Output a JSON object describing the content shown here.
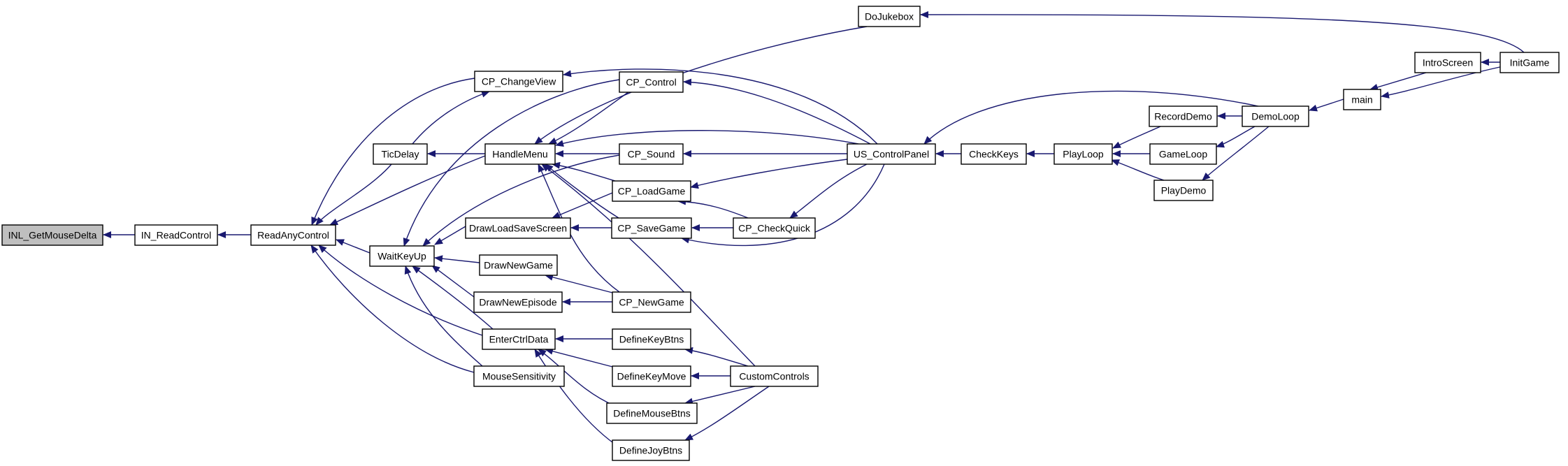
{
  "graph": {
    "title": "",
    "nodes": [
      {
        "id": "INL_GetMouseDelta",
        "label": "INL_GetMouseDelta",
        "current": true
      },
      {
        "id": "IN_ReadControl",
        "label": "IN_ReadControl"
      },
      {
        "id": "ReadAnyControl",
        "label": "ReadAnyControl"
      },
      {
        "id": "CP_ChangeView",
        "label": "CP_ChangeView"
      },
      {
        "id": "TicDelay",
        "label": "TicDelay"
      },
      {
        "id": "WaitKeyUp",
        "label": "WaitKeyUp"
      },
      {
        "id": "EnterCtrlData",
        "label": "EnterCtrlData"
      },
      {
        "id": "MouseSensitivity",
        "label": "MouseSensitivity"
      },
      {
        "id": "DoJukebox",
        "label": "DoJukebox"
      },
      {
        "id": "HandleMenu",
        "label": "HandleMenu"
      },
      {
        "id": "DrawLoadSaveScreen",
        "label": "DrawLoadSaveScreen"
      },
      {
        "id": "DrawNewGame",
        "label": "DrawNewGame"
      },
      {
        "id": "DrawNewEpisode",
        "label": "DrawNewEpisode"
      },
      {
        "id": "CP_Control",
        "label": "CP_Control"
      },
      {
        "id": "CP_Sound",
        "label": "CP_Sound"
      },
      {
        "id": "CP_LoadGame",
        "label": "CP_LoadGame"
      },
      {
        "id": "CP_SaveGame",
        "label": "CP_SaveGame"
      },
      {
        "id": "CP_NewGame",
        "label": "CP_NewGame"
      },
      {
        "id": "DefineKeyBtns",
        "label": "DefineKeyBtns"
      },
      {
        "id": "DefineKeyMove",
        "label": "DefineKeyMove"
      },
      {
        "id": "DefineMouseBtns",
        "label": "DefineMouseBtns"
      },
      {
        "id": "DefineJoyBtns",
        "label": "DefineJoyBtns"
      },
      {
        "id": "CP_CheckQuick",
        "label": "CP_CheckQuick"
      },
      {
        "id": "CustomControls",
        "label": "CustomControls"
      },
      {
        "id": "US_ControlPanel",
        "label": "US_ControlPanel"
      },
      {
        "id": "CheckKeys",
        "label": "CheckKeys"
      },
      {
        "id": "PlayLoop",
        "label": "PlayLoop"
      },
      {
        "id": "RecordDemo",
        "label": "RecordDemo"
      },
      {
        "id": "GameLoop",
        "label": "GameLoop"
      },
      {
        "id": "PlayDemo",
        "label": "PlayDemo"
      },
      {
        "id": "DemoLoop",
        "label": "DemoLoop"
      },
      {
        "id": "main",
        "label": "main"
      },
      {
        "id": "IntroScreen",
        "label": "IntroScreen"
      },
      {
        "id": "InitGame",
        "label": "InitGame"
      }
    ],
    "edges": [
      {
        "from": "IN_ReadControl",
        "to": "INL_GetMouseDelta"
      },
      {
        "from": "ReadAnyControl",
        "to": "IN_ReadControl"
      },
      {
        "from": "CP_ChangeView",
        "to": "ReadAnyControl"
      },
      {
        "from": "TicDelay",
        "to": "ReadAnyControl"
      },
      {
        "from": "WaitKeyUp",
        "to": "ReadAnyControl"
      },
      {
        "from": "HandleMenu",
        "to": "ReadAnyControl"
      },
      {
        "from": "EnterCtrlData",
        "to": "ReadAnyControl"
      },
      {
        "from": "MouseSensitivity",
        "to": "ReadAnyControl"
      },
      {
        "from": "TicDelay",
        "to": "CP_ChangeView"
      },
      {
        "from": "US_ControlPanel",
        "to": "CP_ChangeView"
      },
      {
        "from": "HandleMenu",
        "to": "TicDelay"
      },
      {
        "from": "DrawLoadSaveScreen",
        "to": "WaitKeyUp"
      },
      {
        "from": "DrawNewGame",
        "to": "WaitKeyUp"
      },
      {
        "from": "DrawNewEpisode",
        "to": "WaitKeyUp"
      },
      {
        "from": "EnterCtrlData",
        "to": "WaitKeyUp"
      },
      {
        "from": "MouseSensitivity",
        "to": "WaitKeyUp"
      },
      {
        "from": "CP_Control",
        "to": "WaitKeyUp"
      },
      {
        "from": "CP_Sound",
        "to": "WaitKeyUp"
      },
      {
        "from": "DoJukebox",
        "to": "HandleMenu"
      },
      {
        "from": "CP_Control",
        "to": "HandleMenu"
      },
      {
        "from": "CP_Sound",
        "to": "HandleMenu"
      },
      {
        "from": "US_ControlPanel",
        "to": "HandleMenu"
      },
      {
        "from": "CP_LoadGame",
        "to": "HandleMenu"
      },
      {
        "from": "CP_SaveGame",
        "to": "HandleMenu"
      },
      {
        "from": "CP_NewGame",
        "to": "HandleMenu"
      },
      {
        "from": "CustomControls",
        "to": "HandleMenu"
      },
      {
        "from": "CP_LoadGame",
        "to": "DrawLoadSaveScreen"
      },
      {
        "from": "CP_SaveGame",
        "to": "DrawLoadSaveScreen"
      },
      {
        "from": "CP_NewGame",
        "to": "DrawNewGame"
      },
      {
        "from": "CP_NewGame",
        "to": "DrawNewEpisode"
      },
      {
        "from": "DefineKeyBtns",
        "to": "EnterCtrlData"
      },
      {
        "from": "DefineKeyMove",
        "to": "EnterCtrlData"
      },
      {
        "from": "DefineMouseBtns",
        "to": "EnterCtrlData"
      },
      {
        "from": "DefineJoyBtns",
        "to": "EnterCtrlData"
      },
      {
        "from": "US_ControlPanel",
        "to": "CP_Control"
      },
      {
        "from": "US_ControlPanel",
        "to": "CP_Sound"
      },
      {
        "from": "US_ControlPanel",
        "to": "CP_LoadGame"
      },
      {
        "from": "CP_CheckQuick",
        "to": "CP_LoadGame"
      },
      {
        "from": "CP_CheckQuick",
        "to": "CP_SaveGame"
      },
      {
        "from": "US_ControlPanel",
        "to": "CP_SaveGame"
      },
      {
        "from": "CustomControls",
        "to": "DefineKeyBtns"
      },
      {
        "from": "CustomControls",
        "to": "DefineKeyMove"
      },
      {
        "from": "CustomControls",
        "to": "DefineMouseBtns"
      },
      {
        "from": "CustomControls",
        "to": "DefineJoyBtns"
      },
      {
        "from": "US_ControlPanel",
        "to": "CP_CheckQuick"
      },
      {
        "from": "InitGame",
        "to": "DoJukebox"
      },
      {
        "from": "CheckKeys",
        "to": "US_ControlPanel"
      },
      {
        "from": "DemoLoop",
        "to": "US_ControlPanel"
      },
      {
        "from": "PlayLoop",
        "to": "CheckKeys"
      },
      {
        "from": "RecordDemo",
        "to": "PlayLoop"
      },
      {
        "from": "GameLoop",
        "to": "PlayLoop"
      },
      {
        "from": "PlayDemo",
        "to": "PlayLoop"
      },
      {
        "from": "DemoLoop",
        "to": "RecordDemo"
      },
      {
        "from": "DemoLoop",
        "to": "GameLoop"
      },
      {
        "from": "DemoLoop",
        "to": "PlayDemo"
      },
      {
        "from": "main",
        "to": "DemoLoop"
      },
      {
        "from": "IntroScreen",
        "to": "main"
      },
      {
        "from": "InitGame",
        "to": "main"
      },
      {
        "from": "InitGame",
        "to": "IntroScreen"
      }
    ]
  }
}
